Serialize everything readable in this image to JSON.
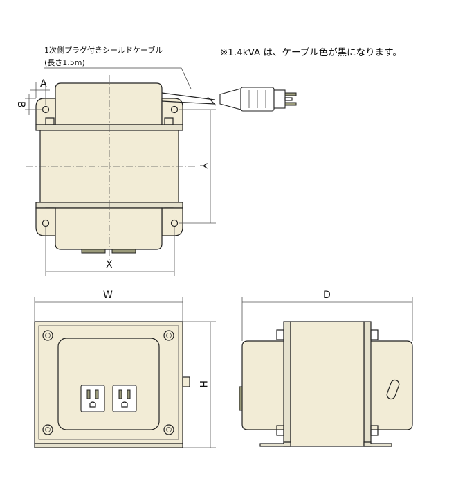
{
  "annotations": {
    "cable_line1": "1次側プラグ付きシールドケーブル",
    "cable_line2": "(長さ1.5m)",
    "note": "※1.4kVA は、ケーブル色が黒になります。"
  },
  "dimensions": {
    "a": "A",
    "b": "B",
    "x": "X",
    "y": "Y",
    "w": "W",
    "h": "H",
    "d": "D"
  },
  "colors": {
    "body_fill": "#f2ecd6",
    "line": "#222222"
  }
}
